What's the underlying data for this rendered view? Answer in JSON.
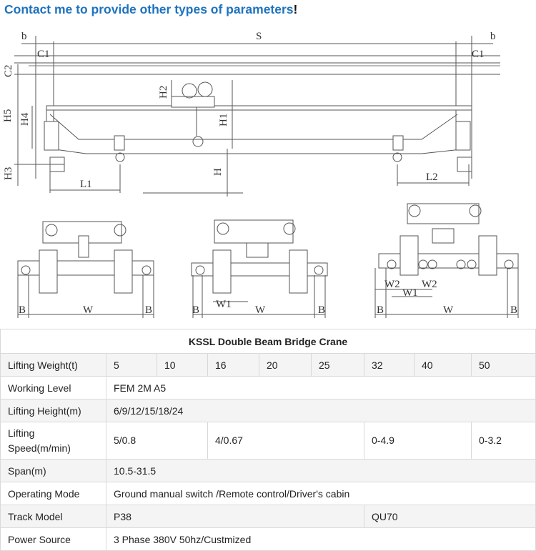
{
  "headline": {
    "text": "Contact me to provide other types of parameters",
    "mark": "!"
  },
  "drawing": {
    "labels": [
      "b",
      "S",
      "b",
      "C1",
      "C1",
      "C2",
      "H2",
      "H5",
      "H4",
      "H1",
      "H",
      "H3",
      "L1",
      "L2",
      "B",
      "W",
      "B",
      "B",
      "W1",
      "W",
      "B",
      "W2",
      "W2",
      "W1",
      "B",
      "W",
      "B"
    ]
  },
  "table": {
    "title": "KSSL Double Beam Bridge Crane",
    "rows": {
      "weight": {
        "label": "Lifting Weight(t)",
        "values": [
          "5",
          "10",
          "16",
          "20",
          "25",
          "32",
          "40",
          "50"
        ]
      },
      "level": {
        "label": "Working Level",
        "value": "FEM 2M A5"
      },
      "height": {
        "label": "Lifting Height(m)",
        "value": "6/9/12/15/18/24"
      },
      "speed": {
        "label": "Lifting Speed(m/min)",
        "values": [
          "5/0.8",
          "4/0.67",
          "0-4.9",
          "0-3.2"
        ]
      },
      "span": {
        "label": "Span(m)",
        "value": "10.5-31.5"
      },
      "mode": {
        "label": "Operating Mode",
        "value": "Ground manual switch /Remote control/Driver's cabin"
      },
      "track": {
        "label": "Track Model",
        "values": [
          "P38",
          "QU70"
        ]
      },
      "power": {
        "label": "Power Source",
        "value": "3 Phase 380V 50hz/Custmized"
      }
    }
  }
}
